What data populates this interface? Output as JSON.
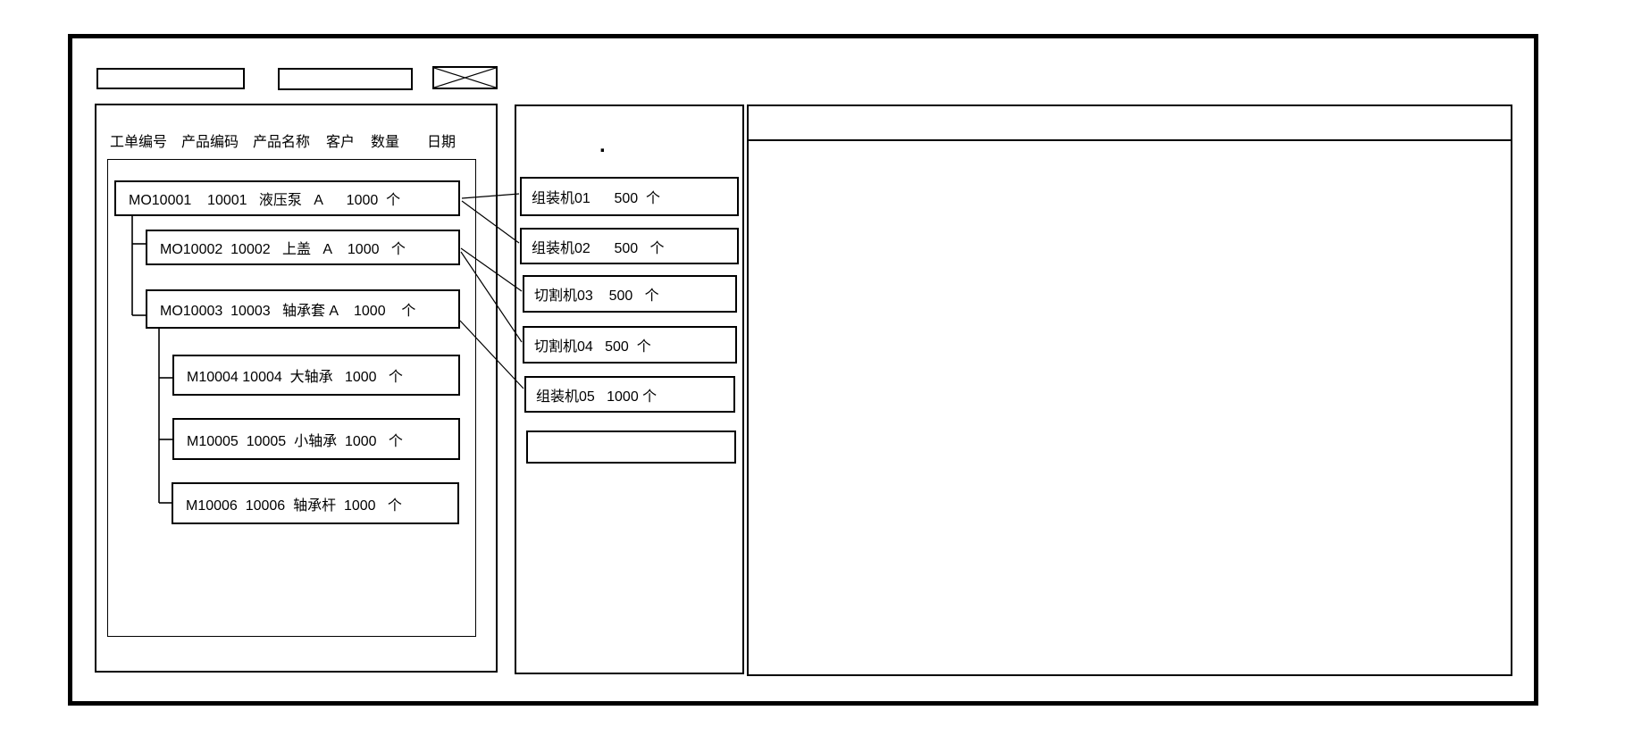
{
  "window": {
    "toolbar": {
      "field1_value": "",
      "field2_value": ""
    }
  },
  "left_panel": {
    "columns": [
      "工单编号",
      "产品编码",
      "产品名称",
      "客户",
      "数量",
      "日期"
    ],
    "orders": [
      {
        "order_no": "MO10001",
        "product_code": "10001",
        "product_name": "液压泵",
        "customer": "A",
        "qty": "1000",
        "unit": "个",
        "level": 0,
        "display": "MO10001    10001   液压泵   A      1000  个"
      },
      {
        "order_no": "MO10002",
        "product_code": "10002",
        "product_name": "上盖",
        "customer": "A",
        "qty": "1000",
        "unit": "个",
        "level": 1,
        "display": "MO10002  10002   上盖   A    1000   个"
      },
      {
        "order_no": "MO10003",
        "product_code": "10003",
        "product_name": "轴承套",
        "customer": "A",
        "qty": "1000",
        "unit": "个",
        "level": 1,
        "display": "MO10003  10003   轴承套 A    1000    个"
      },
      {
        "order_no": "M10004",
        "product_code": "10004",
        "product_name": "大轴承",
        "qty": "1000",
        "unit": "个",
        "level": 2,
        "display": "M10004 10004  大轴承   1000   个"
      },
      {
        "order_no": "M10005",
        "product_code": "10005",
        "product_name": "小轴承",
        "qty": "1000",
        "unit": "个",
        "level": 2,
        "display": "M10005  10005  小轴承  1000   个"
      },
      {
        "order_no": "M10006",
        "product_code": "10006",
        "product_name": "轴承杆",
        "qty": "1000",
        "unit": "个",
        "level": 2,
        "display": "M10006  10006  轴承杆  1000   个"
      }
    ]
  },
  "middle_panel": {
    "stray_dot": ".",
    "machines": [
      {
        "name": "组装机01",
        "qty": "500",
        "unit": "个",
        "display": "组装机01      500  个"
      },
      {
        "name": "组装机02",
        "qty": "500",
        "unit": "个",
        "display": "组装机02      500   个"
      },
      {
        "name": "切割机03",
        "qty": "500",
        "unit": "个",
        "display": "切割机03    500   个"
      },
      {
        "name": "切割机04",
        "qty": "500",
        "unit": "个",
        "display": "切割机04   500  个"
      },
      {
        "name": "组装机05",
        "qty": "1000",
        "unit": "个",
        "display": "组装机05   1000 个"
      },
      {
        "name": "",
        "qty": "",
        "unit": "",
        "display": ""
      }
    ]
  },
  "right_panel": {},
  "connections": [
    {
      "from": "MO10001",
      "to": "组装机01"
    },
    {
      "from": "MO10001",
      "to": "组装机02"
    },
    {
      "from": "MO10002",
      "to": "切割机03"
    },
    {
      "from": "MO10002",
      "to": "切割机04"
    },
    {
      "from": "MO10003",
      "to": "组装机05"
    }
  ],
  "colors": {
    "line": "#000000",
    "background": "#ffffff"
  }
}
